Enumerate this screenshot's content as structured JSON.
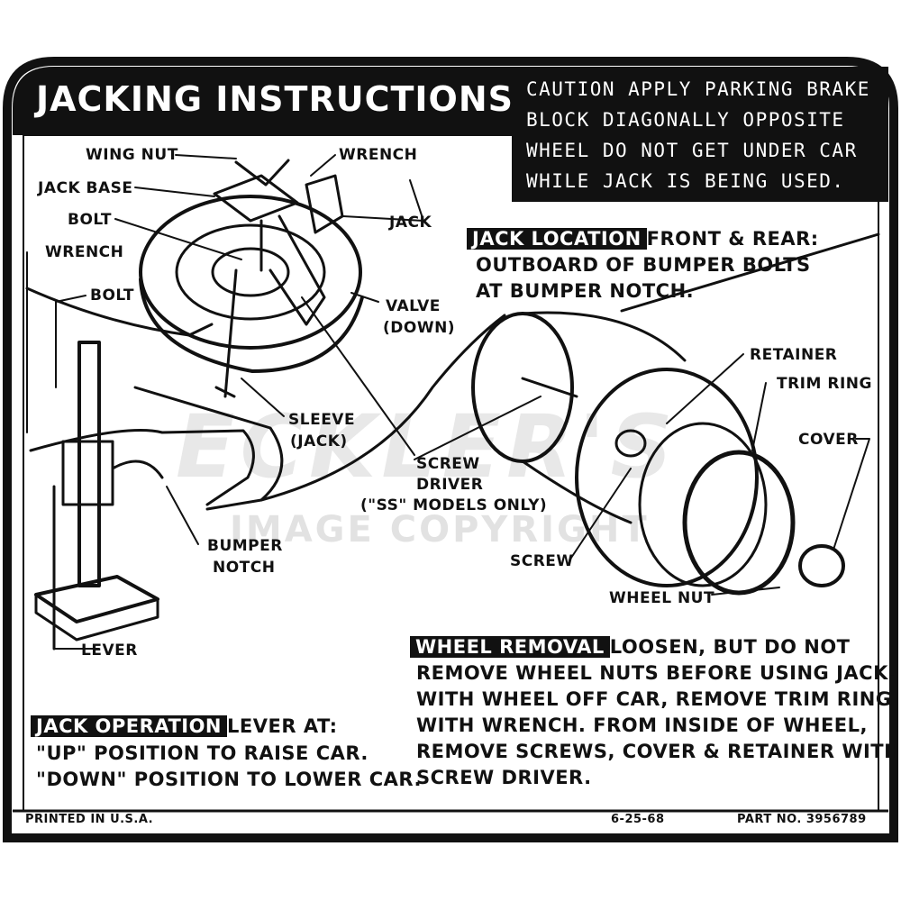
{
  "title": "JACKING INSTRUCTIONS",
  "caution": [
    "CAUTION APPLY PARKING BRAKE",
    "BLOCK DIAGONALLY OPPOSITE",
    "WHEEL DO NOT GET UNDER CAR",
    "WHILE JACK IS BEING USED."
  ],
  "labels": {
    "wing_nut": "WING NUT",
    "jack_base": "JACK BASE",
    "bolt_top": "BOLT",
    "wrench_left": "WRENCH",
    "bolt_left": "BOLT",
    "wrench_top": "WRENCH",
    "jack": "JACK",
    "valve": "VALVE",
    "valve_sub": "(DOWN)",
    "sleeve": "SLEEVE",
    "sleeve_sub": "(JACK)",
    "screw_driver_1": "SCREW",
    "screw_driver_2": "DRIVER",
    "screw_driver_3": "(\"SS\" MODELS ONLY)",
    "bumper_notch_1": "BUMPER",
    "bumper_notch_2": "NOTCH",
    "lever": "LEVER",
    "retainer": "RETAINER",
    "trim_ring": "TRIM RING",
    "cover": "COVER",
    "screw": "SCREW",
    "wheel_nut": "WHEEL NUT"
  },
  "jack_location": {
    "tag": "JACK LOCATION",
    "lines": [
      "FRONT & REAR:",
      "OUTBOARD OF BUMPER BOLTS",
      "AT BUMPER NOTCH."
    ]
  },
  "wheel_removal": {
    "tag": "WHEEL REMOVAL",
    "lines": [
      "LOOSEN, BUT DO NOT",
      "REMOVE WHEEL NUTS BEFORE USING JACK.",
      "WITH WHEEL OFF CAR, REMOVE TRIM RING",
      "WITH WRENCH. FROM INSIDE OF WHEEL,",
      "REMOVE SCREWS, COVER & RETAINER WITH",
      "SCREW DRIVER."
    ]
  },
  "jack_operation": {
    "tag": "JACK OPERATION",
    "lines": [
      "LEVER AT:",
      "\"UP\" POSITION TO RAISE CAR.",
      "\"DOWN\" POSITION TO LOWER CAR."
    ]
  },
  "footer": {
    "printed": "PRINTED IN U.S.A.",
    "date": "6-25-68",
    "part": "PART NO. 3956789"
  },
  "watermark": {
    "brand": "ECKLER'S",
    "copyright": "IMAGE COPYRIGHT"
  },
  "colors": {
    "ink": "#111111",
    "paper": "#ffffff"
  }
}
